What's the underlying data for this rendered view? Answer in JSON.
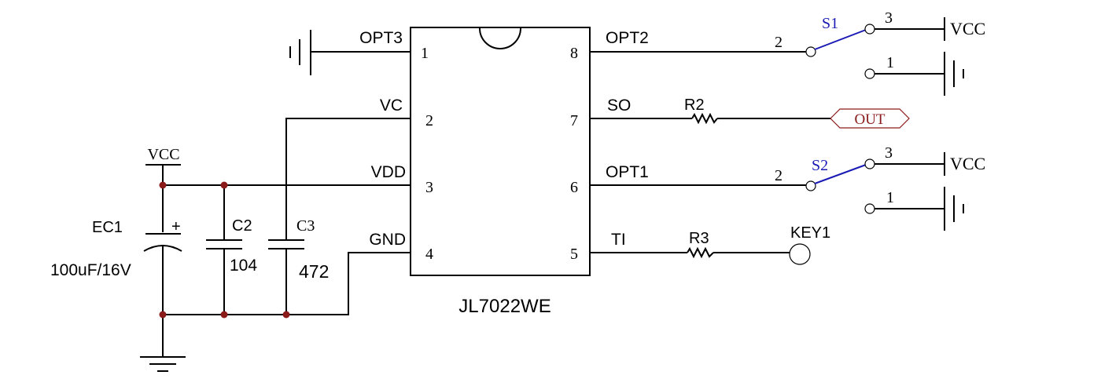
{
  "ic": {
    "part": "JL7022WE",
    "pins": [
      {
        "num": "1",
        "name": "OPT3"
      },
      {
        "num": "2",
        "name": "VC"
      },
      {
        "num": "3",
        "name": "VDD"
      },
      {
        "num": "4",
        "name": "GND"
      },
      {
        "num": "5",
        "name": "TI"
      },
      {
        "num": "6",
        "name": "OPT1"
      },
      {
        "num": "7",
        "name": "SO"
      },
      {
        "num": "8",
        "name": "OPT2"
      }
    ]
  },
  "supply": {
    "left_vcc": "VCC",
    "s1_vcc": "VCC",
    "s2_vcc": "VCC"
  },
  "components": {
    "ec1": {
      "ref": "EC1",
      "value": "100uF/16V",
      "polarity": "+"
    },
    "c2": {
      "ref": "C2",
      "value": "104"
    },
    "c3": {
      "ref": "C3",
      "value": "472"
    },
    "r2": {
      "ref": "R2"
    },
    "r3": {
      "ref": "R3"
    },
    "key1": {
      "ref": "KEY1"
    },
    "out": {
      "label": "OUT"
    },
    "s1": {
      "ref": "S1",
      "pin_common": "2",
      "pin_a": "3",
      "pin_b": "1"
    },
    "s2": {
      "ref": "S2",
      "pin_common": "2",
      "pin_a": "3",
      "pin_b": "1"
    }
  },
  "colors": {
    "wire": "#000000",
    "switch": "#1a1ab5",
    "junction": "#8b1a1a",
    "port_text": "#8b1a1a"
  }
}
